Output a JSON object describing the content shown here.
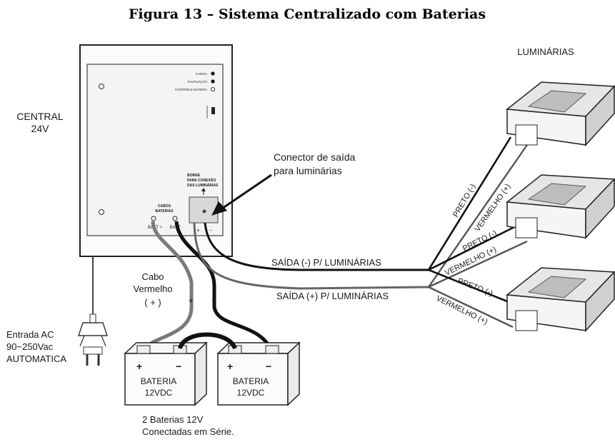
{
  "figure": {
    "title": "Figura 13 – Sistema Centralizado com Baterias"
  },
  "central": {
    "label_line1": "CENTRAL",
    "label_line2": "24V",
    "panel_indicators": [
      "CARGA",
      "FLUTUAÇÃO",
      "CONTROLE BATERIA"
    ],
    "terminals": [
      "BATT +",
      "BATT -"
    ],
    "terminal_header": [
      "CABOS",
      "BATERIAS"
    ],
    "connector_header": [
      "BORNE",
      "PARA CONEXÃO",
      "DAS LUMINÁRIAS"
    ]
  },
  "labels": {
    "connector_line1": "Conector de saída",
    "connector_line2": "para luminárias",
    "luminarias": "LUMINÁRIAS",
    "saida_neg": "SAÍDA (-) P/ LUMINÁRIAS",
    "saida_pos": "SAÍDA (+) P/ LUMINÁRIAS",
    "cabo_line1": "Cabo",
    "cabo_line2": "Vermelho",
    "cabo_line3": "( + )",
    "entrada_line1": "Entrada AC",
    "entrada_line2": "90~250Vac",
    "entrada_line3": "AUTOMATICA",
    "baterias_line1": "2 Baterias 12V",
    "baterias_line2": "Conectadas em Série."
  },
  "battery": {
    "name": "BATERIA",
    "voltage": "12VDC",
    "plus": "+",
    "minus": "−"
  },
  "wire_labels": {
    "preto": "PRETO (-)",
    "vermelho": "VERMELHO (+)"
  },
  "colors": {
    "ink": "#1a1a1a",
    "wire_red": "#7a7a7a",
    "wire_black": "#111111",
    "panel_fill": "#f2f2f2"
  }
}
